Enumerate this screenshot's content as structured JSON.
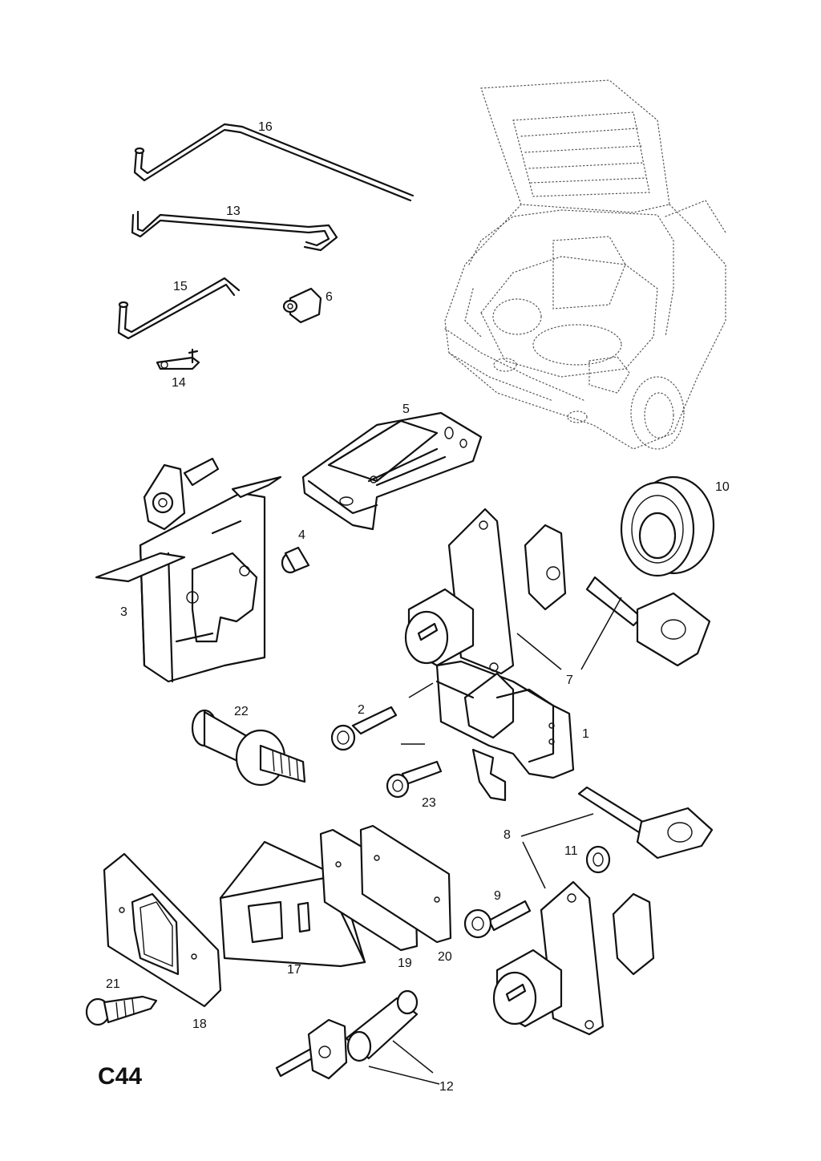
{
  "diagram": {
    "sheet_code": "C44",
    "callouts": {
      "c1": "1",
      "c2": "2",
      "c3": "3",
      "c4": "4",
      "c5": "5",
      "c6": "6",
      "c7": "7",
      "c8": "8",
      "c9": "9",
      "c10": "10",
      "c11": "11",
      "c12": "12",
      "c13": "13",
      "c14": "14",
      "c15": "15",
      "c16": "16",
      "c17": "17",
      "c18": "18",
      "c19": "19",
      "c20": "20",
      "c21": "21",
      "c22": "22",
      "c23": "23"
    }
  }
}
